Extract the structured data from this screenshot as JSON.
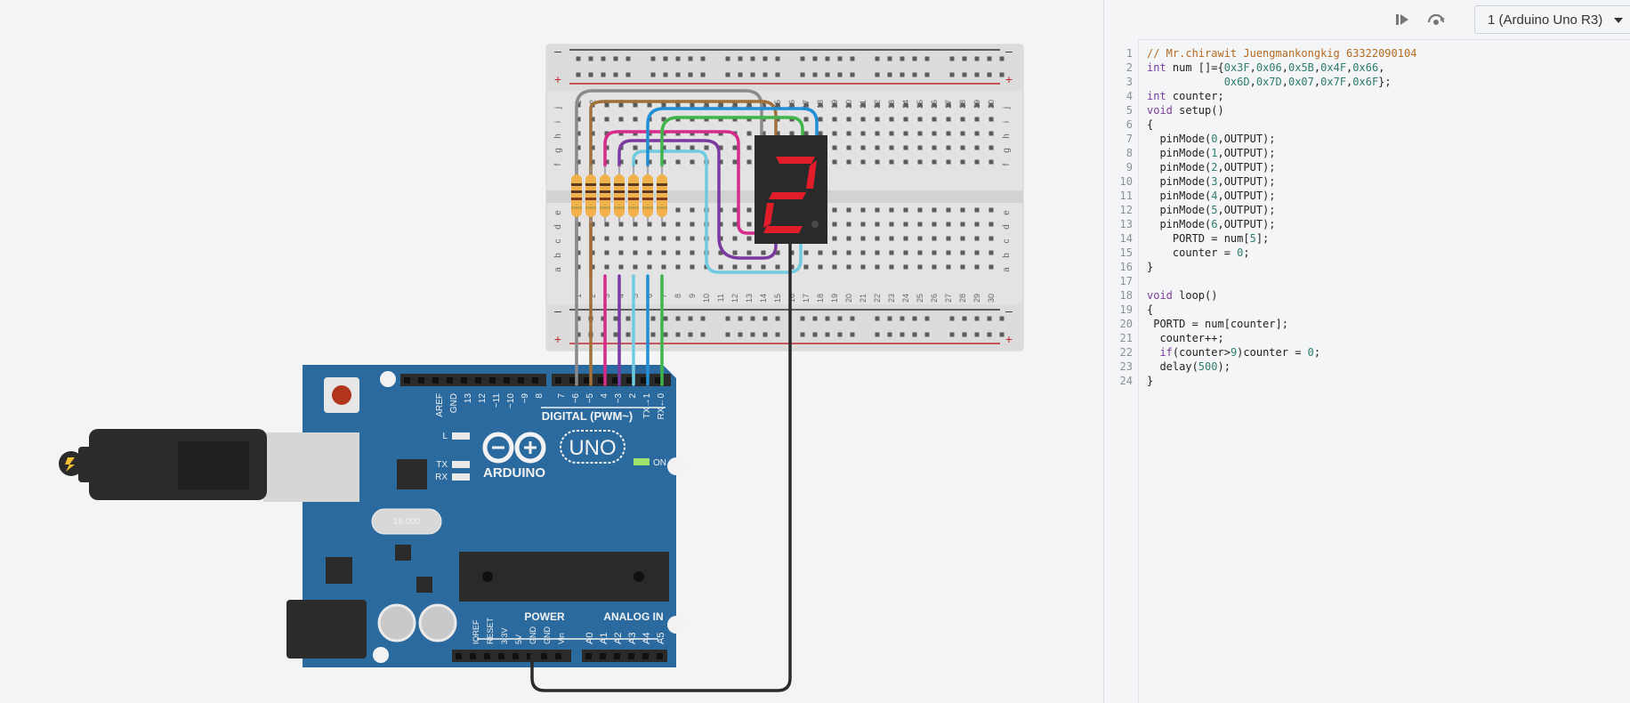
{
  "toolbar": {
    "step_icon": "step-forward-icon",
    "debug_icon": "debugger-icon",
    "device_select": "1 (Arduino Uno R3)"
  },
  "board": {
    "logo_text": "ARDUINO",
    "model": "UNO",
    "digital_label": "DIGITAL (PWM~)",
    "power_label": "POWER",
    "analog_label": "ANALOG IN",
    "on_label": "ON",
    "led_l": "L",
    "led_tx": "TX",
    "led_rx": "RX",
    "crystal": "16.000",
    "top_pins": [
      "AREF",
      "GND",
      "13",
      "12",
      "~11",
      "~10",
      "~9",
      "8"
    ],
    "digital_pins": [
      "7",
      "~6",
      "~5",
      "4",
      "~3",
      "2",
      "TX→1",
      "RX←0"
    ],
    "power_pins": [
      "IOREF",
      "RESET",
      "3.3V",
      "5V",
      "GND",
      "GND",
      "Vin"
    ],
    "analog_pins": [
      "A0",
      "A1",
      "A2",
      "A3",
      "A4",
      "A5"
    ]
  },
  "breadboard": {
    "row_letters_top": [
      "j",
      "i",
      "h",
      "g",
      "f"
    ],
    "row_letters_bottom": [
      "e",
      "d",
      "c",
      "b",
      "a"
    ],
    "col_numbers": [
      "1",
      "2",
      "3",
      "4",
      "5",
      "6",
      "7",
      "8",
      "9",
      "10",
      "11",
      "12",
      "13",
      "14",
      "15",
      "16",
      "17",
      "18",
      "19",
      "20",
      "21",
      "22",
      "23",
      "24",
      "25",
      "26",
      "27",
      "28",
      "29",
      "30"
    ],
    "rail_minus": "–",
    "rail_plus": "+"
  },
  "display": {
    "digit": "2"
  },
  "code": {
    "lines": [
      [
        [
          "cm",
          "// Mr.chirawit Juengmankongkig 63322090104"
        ]
      ],
      [
        [
          "kw",
          "int"
        ],
        [
          "pl",
          " num []={"
        ],
        [
          "nm",
          "0x3F"
        ],
        [
          "pl",
          ","
        ],
        [
          "nm",
          "0x06"
        ],
        [
          "pl",
          ","
        ],
        [
          "nm",
          "0x5B"
        ],
        [
          "pl",
          ","
        ],
        [
          "nm",
          "0x4F"
        ],
        [
          "pl",
          ","
        ],
        [
          "nm",
          "0x66"
        ],
        [
          "pl",
          ","
        ]
      ],
      [
        [
          "pl",
          "            "
        ],
        [
          "nm",
          "0x6D"
        ],
        [
          "pl",
          ","
        ],
        [
          "nm",
          "0x7D"
        ],
        [
          "pl",
          ","
        ],
        [
          "nm",
          "0x07"
        ],
        [
          "pl",
          ","
        ],
        [
          "nm",
          "0x7F"
        ],
        [
          "pl",
          ","
        ],
        [
          "nm",
          "0x6F"
        ],
        [
          "pl",
          "};"
        ]
      ],
      [
        [
          "kw",
          "int"
        ],
        [
          "pl",
          " counter;"
        ]
      ],
      [
        [
          "kw",
          "void"
        ],
        [
          "pl",
          " setup()"
        ]
      ],
      [
        [
          "pl",
          "{"
        ]
      ],
      [
        [
          "pl",
          "  pinMode("
        ],
        [
          "nm",
          "0"
        ],
        [
          "pl",
          ",OUTPUT);"
        ]
      ],
      [
        [
          "pl",
          "  pinMode("
        ],
        [
          "nm",
          "1"
        ],
        [
          "pl",
          ",OUTPUT);"
        ]
      ],
      [
        [
          "pl",
          "  pinMode("
        ],
        [
          "nm",
          "2"
        ],
        [
          "pl",
          ",OUTPUT);"
        ]
      ],
      [
        [
          "pl",
          "  pinMode("
        ],
        [
          "nm",
          "3"
        ],
        [
          "pl",
          ",OUTPUT);"
        ]
      ],
      [
        [
          "pl",
          "  pinMode("
        ],
        [
          "nm",
          "4"
        ],
        [
          "pl",
          ",OUTPUT);"
        ]
      ],
      [
        [
          "pl",
          "  pinMode("
        ],
        [
          "nm",
          "5"
        ],
        [
          "pl",
          ",OUTPUT);"
        ]
      ],
      [
        [
          "pl",
          "  pinMode("
        ],
        [
          "nm",
          "6"
        ],
        [
          "pl",
          ",OUTPUT);"
        ]
      ],
      [
        [
          "pl",
          "    PORTD = num["
        ],
        [
          "nm",
          "5"
        ],
        [
          "pl",
          "];"
        ]
      ],
      [
        [
          "pl",
          "    counter = "
        ],
        [
          "nm",
          "0"
        ],
        [
          "pl",
          ";"
        ]
      ],
      [
        [
          "pl",
          "}"
        ]
      ],
      [
        [
          "pl",
          ""
        ]
      ],
      [
        [
          "kw",
          "void"
        ],
        [
          "pl",
          " loop()"
        ]
      ],
      [
        [
          "pl",
          "{"
        ]
      ],
      [
        [
          "pl",
          " PORTD = num[counter];"
        ]
      ],
      [
        [
          "pl",
          "  counter++;"
        ]
      ],
      [
        [
          "pl",
          "  "
        ],
        [
          "kw",
          "if"
        ],
        [
          "pl",
          "(counter>"
        ],
        [
          "nm",
          "9"
        ],
        [
          "pl",
          ")counter = "
        ],
        [
          "nm",
          "0"
        ],
        [
          "pl",
          ";"
        ]
      ],
      [
        [
          "pl",
          "  delay("
        ],
        [
          "nm",
          "500"
        ],
        [
          "pl",
          ");"
        ]
      ],
      [
        [
          "pl",
          "}"
        ]
      ]
    ],
    "line_numbers": [
      "1",
      "2",
      "3",
      "4",
      "5",
      "6",
      "7",
      "8",
      "9",
      "10",
      "11",
      "12",
      "13",
      "14",
      "15",
      "16",
      "17",
      "18",
      "19",
      "20",
      "21",
      "22",
      "23",
      "24"
    ]
  },
  "colors": {
    "board": "#2b6a9e",
    "breadboard": "#e3e3e3",
    "display_red": "#e11d2a",
    "wire_grey": "#8a8a8a",
    "wire_brown": "#a0703a",
    "wire_pink": "#d62b8a",
    "wire_purple": "#7b3aa0",
    "wire_cyan": "#6fcbe0",
    "wire_blue": "#1f8fd6",
    "wire_green": "#3fb54a",
    "wire_black": "#2a2a2a"
  }
}
